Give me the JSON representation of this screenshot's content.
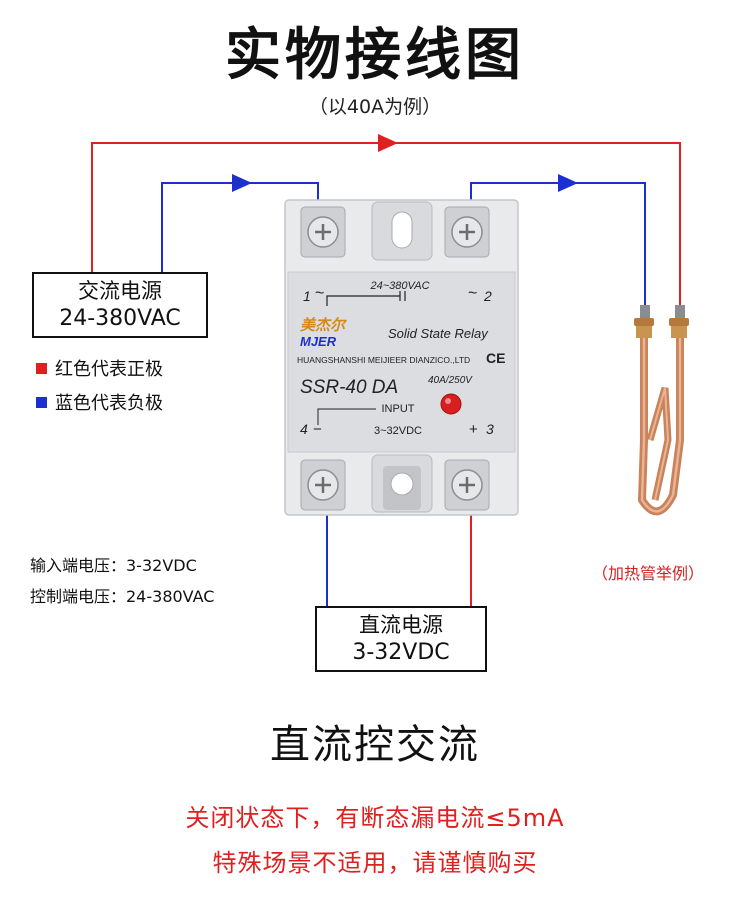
{
  "header": {
    "title": "实物接线图",
    "subtitle": "（以40A为例）"
  },
  "ac_supply": {
    "line1": "交流电源",
    "line2": "24-380VAC"
  },
  "legend": [
    {
      "label": "红色代表正极",
      "color": "#e02020"
    },
    {
      "label": "蓝色代表负极",
      "color": "#1c2fd0"
    }
  ],
  "specs": {
    "input_voltage": "输入端电压：3-32VDC",
    "control_voltage": "控制端电压：24-380VAC"
  },
  "dc_supply": {
    "line1": "直流电源",
    "line2": "3-32VDC"
  },
  "heater_caption": "（加热管举例）",
  "relay": {
    "ac_range": "24~380VAC",
    "t1": "1",
    "t2": "2",
    "t3": "3",
    "t4": "4",
    "tilde": "~",
    "plus": "+",
    "minus": "−",
    "brand_cn": "美杰尔",
    "brand_en": "MJER",
    "product": "Solid State Relay",
    "company": "HUANGSHANSHI MEIJIEER DIANZICO.,LTD",
    "ce": "CE",
    "model": "SSR-40 DA",
    "rating": "40A/250V",
    "input_label": "INPUT",
    "dc_range": "3~32VDC"
  },
  "caption": "直流控交流",
  "warning": {
    "line1": "关闭状态下，有断态漏电流≤5mA",
    "line2": "特殊场景不适用，请谨慎购买"
  },
  "colors": {
    "red_wire": "#e02020",
    "blue_wire": "#1c2fd0",
    "relay_body": "#e8e9eb",
    "label_panel": "#dadadd",
    "copper": "#c9825a",
    "led": "#d81e1e"
  }
}
